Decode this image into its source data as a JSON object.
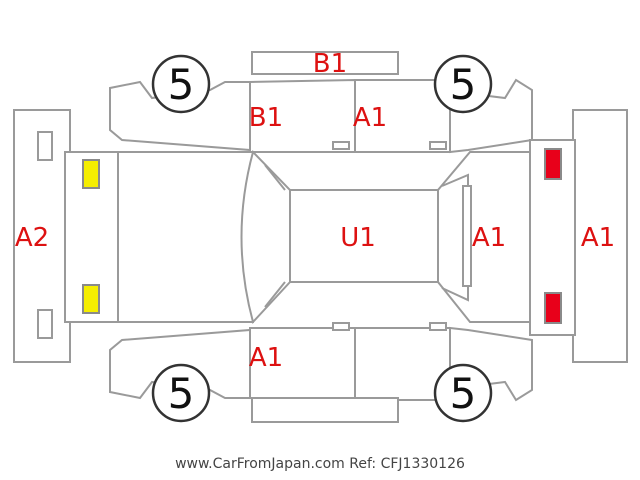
{
  "tires": {
    "front_left": "5",
    "rear_left": "5",
    "front_right": "5",
    "rear_right": "5"
  },
  "codes": {
    "top_bar": "B1",
    "top_front_door": "B1",
    "top_rear_door": "A1",
    "left_bumper": "A2",
    "roof": "U1",
    "rear_glass": "A1",
    "right_bumper": "A1",
    "bottom_front_door": "A1"
  },
  "colors": {
    "front_lamp": "#f5ee00",
    "rear_lamp": "#e8001a",
    "code_text": "#dd1111",
    "outline": "#9a9a9a"
  },
  "footer": "www.CarFromJapan.com Ref: CFJ1330126"
}
